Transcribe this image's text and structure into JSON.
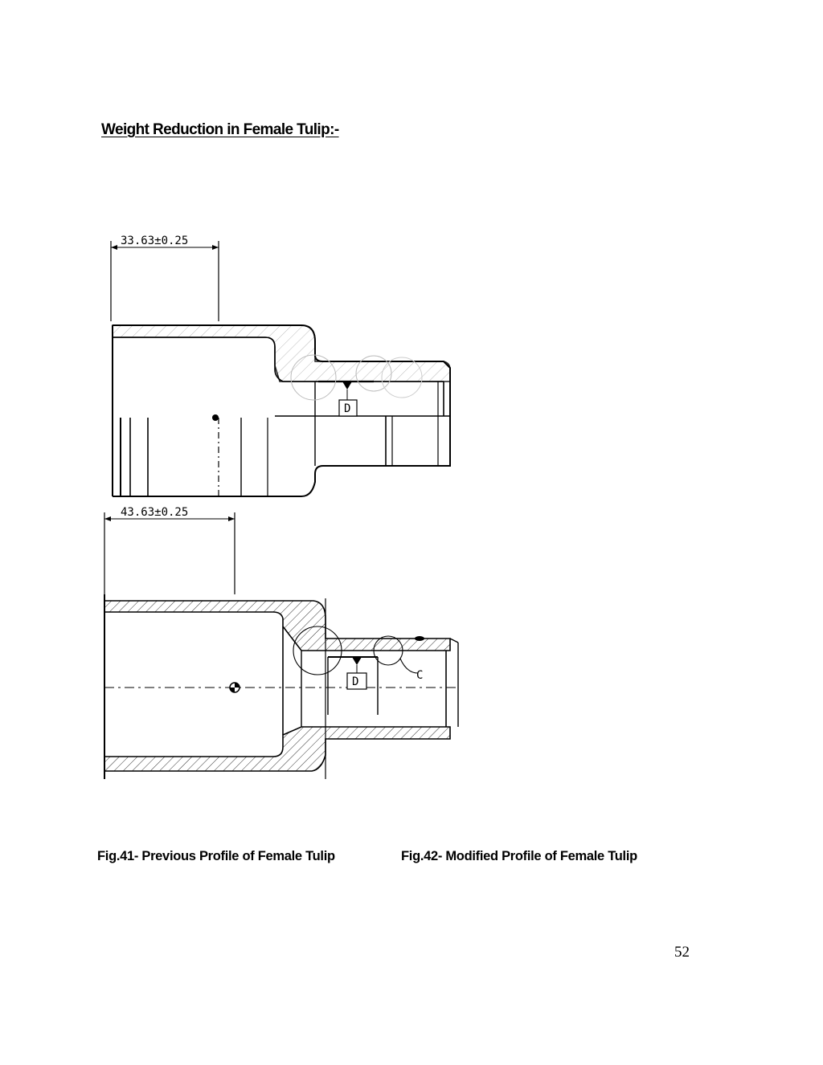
{
  "heading": "Weight Reduction in Female Tulip:-",
  "fig41": {
    "dimension": "33.63±0.25",
    "datum": "D",
    "caption": "Fig.41- Previous Profile of Female Tulip"
  },
  "fig42": {
    "dimension": "43.63±0.25",
    "datum": "D",
    "callout": "C",
    "caption": "Fig.42- Modified Profile of Female Tulip"
  },
  "page_number": "52"
}
